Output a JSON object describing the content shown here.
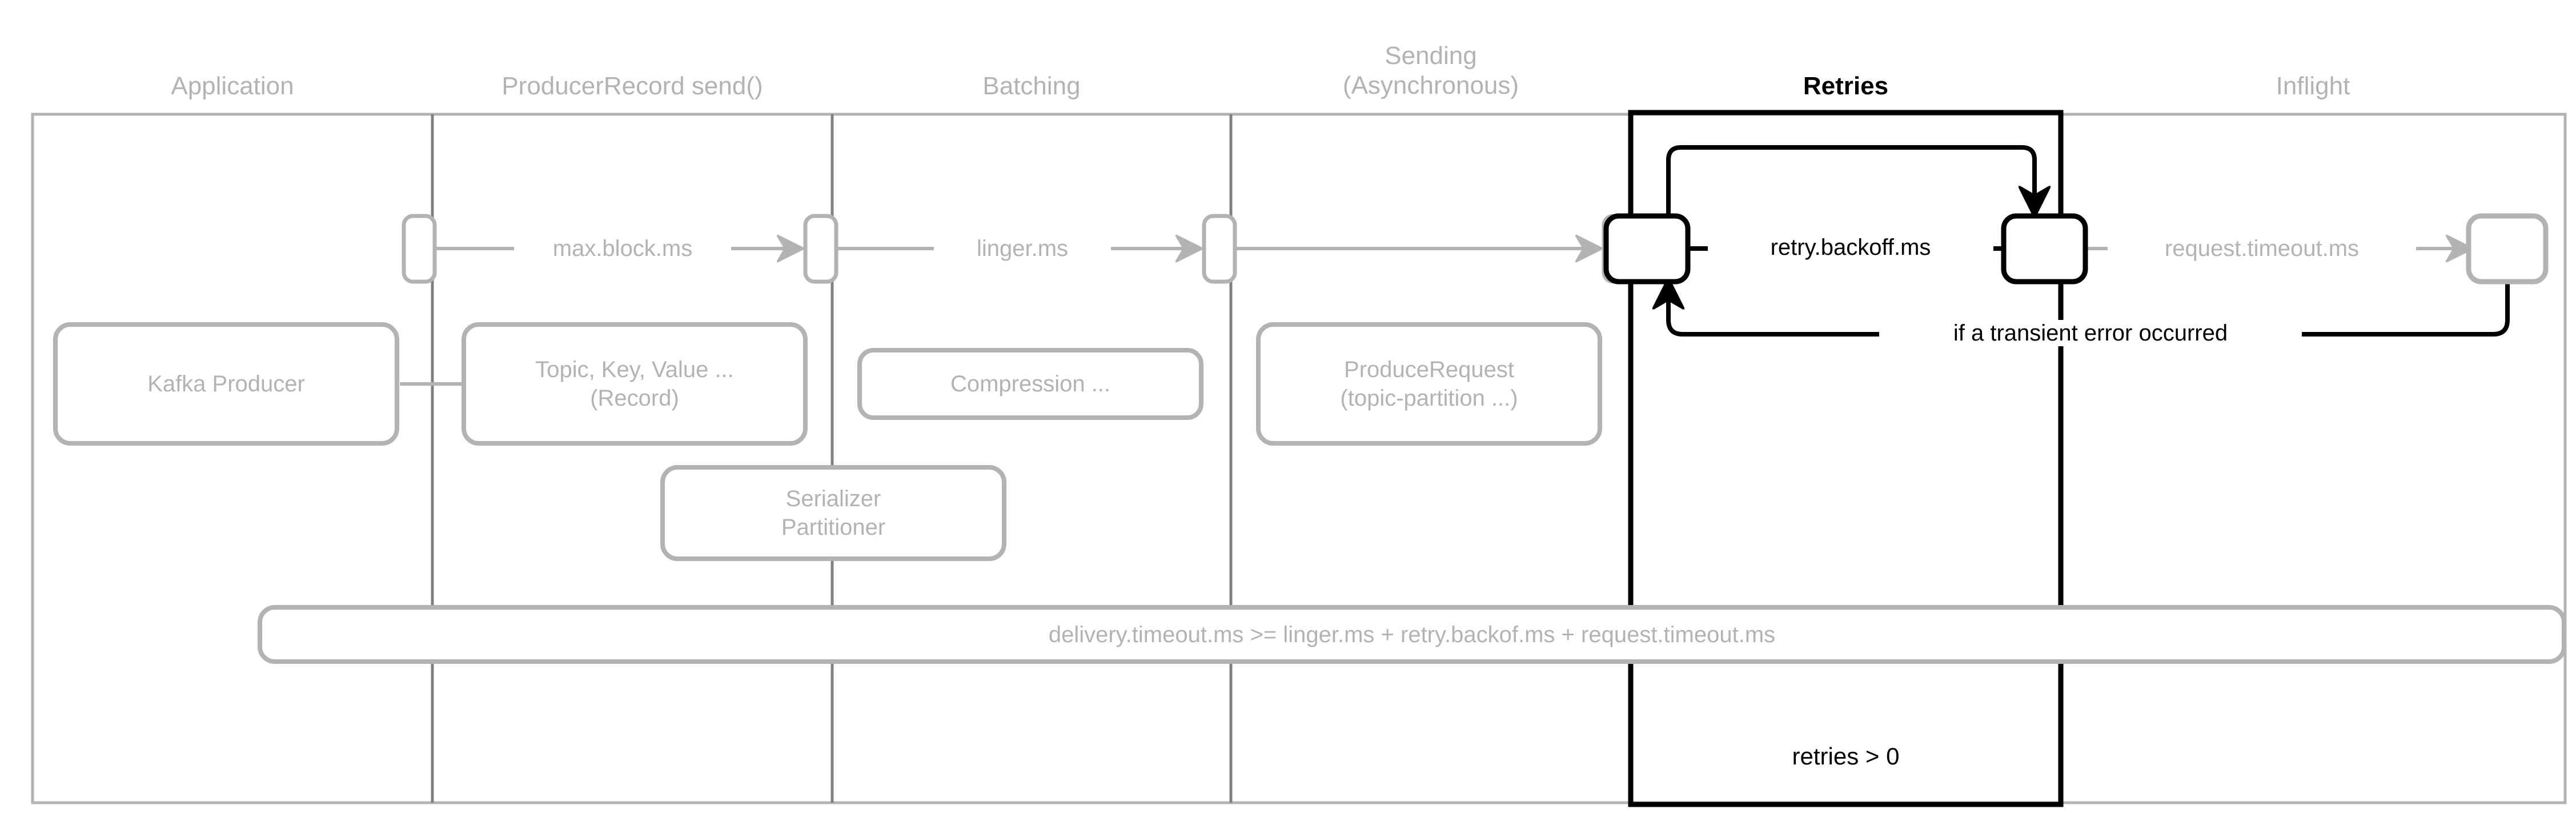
{
  "diagram": {
    "title": "Kafka Producer record delivery path and timeout configuration",
    "colors": {
      "gray": "#b3b3b3",
      "divider_gray": "#808080",
      "black": "#000000",
      "background": "#ffffff"
    }
  },
  "lanes": [
    {
      "id": "application",
      "label": "Application"
    },
    {
      "id": "producer-send",
      "label": "ProducerRecord send()"
    },
    {
      "id": "batching",
      "label": "Batching"
    },
    {
      "id": "sending",
      "label": "Sending\n(Asynchronous)"
    },
    {
      "id": "retries",
      "label": "Retries",
      "highlight": true
    },
    {
      "id": "inflight",
      "label": "Inflight"
    }
  ],
  "nodes": [
    {
      "id": "node-application",
      "label": ""
    },
    {
      "id": "node-send",
      "label": ""
    },
    {
      "id": "node-batching",
      "label": ""
    },
    {
      "id": "node-sending",
      "label": ""
    },
    {
      "id": "node-retries-in",
      "label": ""
    },
    {
      "id": "node-retries-out",
      "label": ""
    },
    {
      "id": "node-inflight",
      "label": ""
    }
  ],
  "detail_boxes": [
    {
      "id": "kafka-producer",
      "label": "Kafka Producer"
    },
    {
      "id": "record",
      "label": "Topic, Key, Value ...\n(Record)"
    },
    {
      "id": "serializer",
      "label": "Serializer\nPartitioner"
    },
    {
      "id": "compression",
      "label": "Compression ..."
    },
    {
      "id": "produce-request",
      "label": "ProduceRequest\n(topic-partition ...)"
    }
  ],
  "edges": [
    {
      "id": "edge-max-block",
      "label": "max.block.ms",
      "style": "gray"
    },
    {
      "id": "edge-linger",
      "label": "linger.ms",
      "style": "gray"
    },
    {
      "id": "edge-sending",
      "label": "",
      "style": "gray"
    },
    {
      "id": "edge-retry-backoff",
      "label": "retry.backoff.ms",
      "style": "black"
    },
    {
      "id": "edge-request-timeout",
      "label": "request.timeout.ms",
      "style": "gray"
    },
    {
      "id": "edge-transient",
      "label": "if a transient error occurred",
      "style": "black"
    }
  ],
  "delivery_band": {
    "id": "delivery-timeout-band",
    "label": "delivery.timeout.ms >= linger.ms + retry.backof.ms + request.timeout.ms"
  },
  "retries_note": {
    "id": "retries-condition",
    "label": "retries > 0"
  }
}
